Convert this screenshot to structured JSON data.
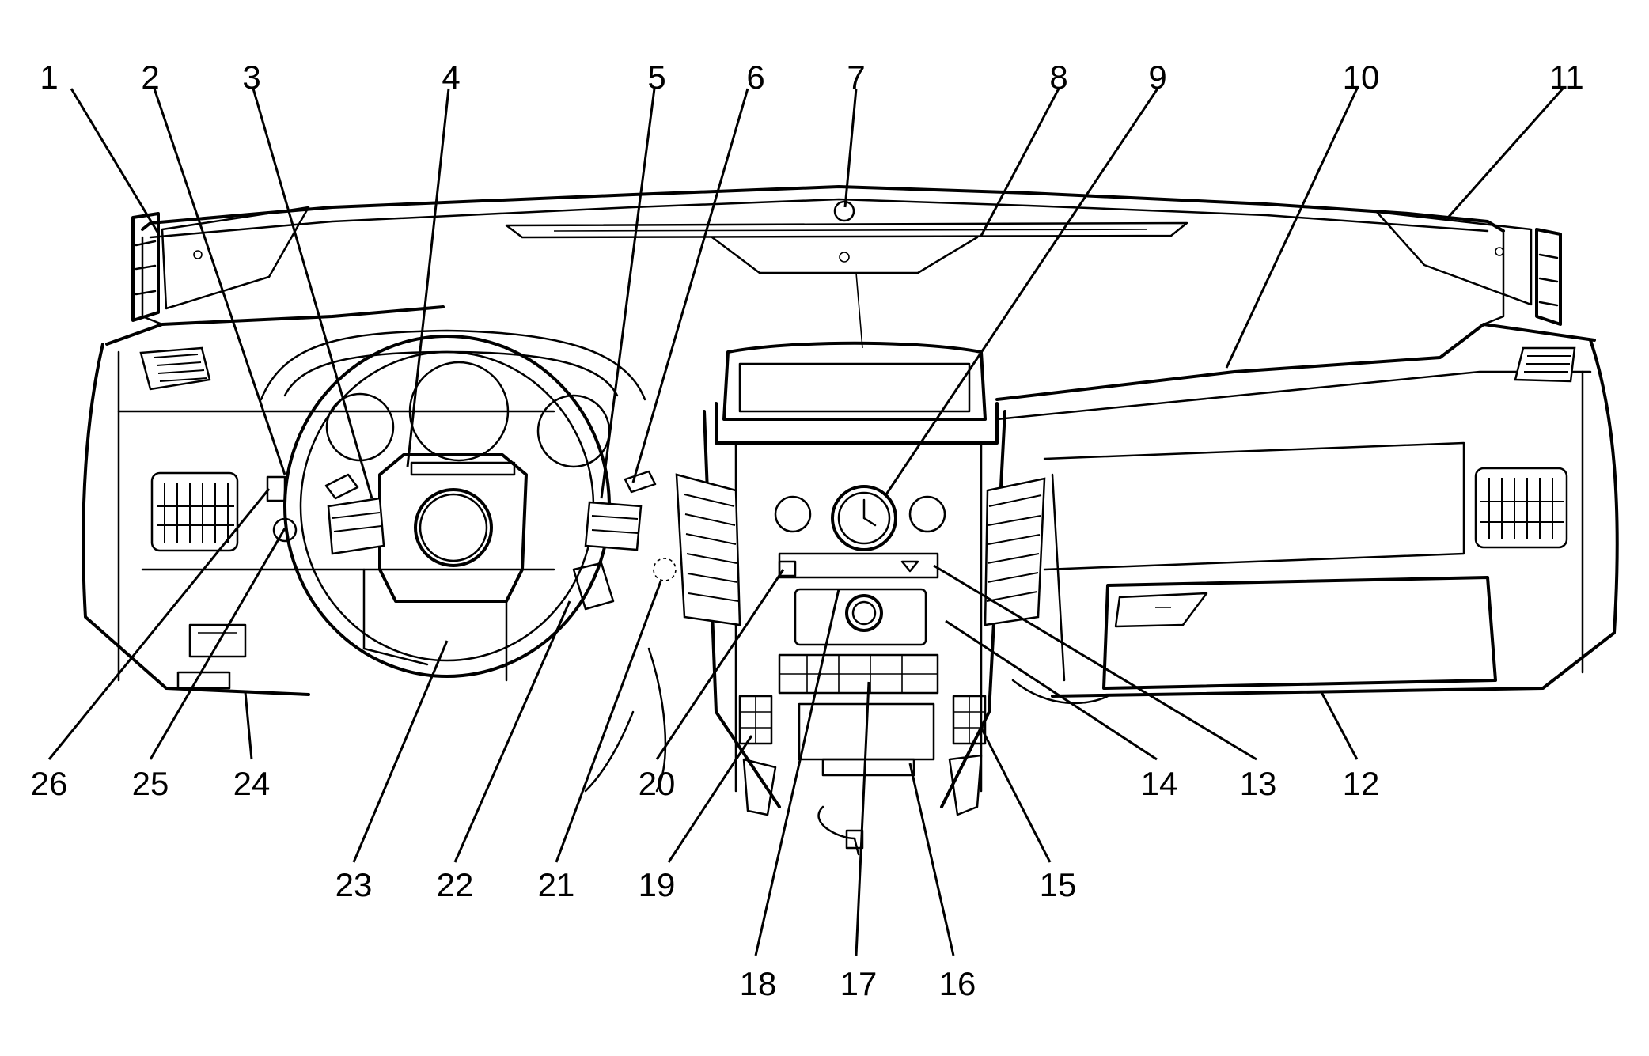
{
  "callouts": [
    {
      "id": "1",
      "label": "1"
    },
    {
      "id": "2",
      "label": "2"
    },
    {
      "id": "3",
      "label": "3"
    },
    {
      "id": "4",
      "label": "4"
    },
    {
      "id": "5",
      "label": "5"
    },
    {
      "id": "6",
      "label": "6"
    },
    {
      "id": "7",
      "label": "7"
    },
    {
      "id": "8",
      "label": "8"
    },
    {
      "id": "9",
      "label": "9"
    },
    {
      "id": "10",
      "label": "10"
    },
    {
      "id": "11",
      "label": "11"
    },
    {
      "id": "12",
      "label": "12"
    },
    {
      "id": "13",
      "label": "13"
    },
    {
      "id": "14",
      "label": "14"
    },
    {
      "id": "15",
      "label": "15"
    },
    {
      "id": "16",
      "label": "16"
    },
    {
      "id": "17",
      "label": "17"
    },
    {
      "id": "18",
      "label": "18"
    },
    {
      "id": "19",
      "label": "19"
    },
    {
      "id": "20",
      "label": "20"
    },
    {
      "id": "21",
      "label": "21"
    },
    {
      "id": "22",
      "label": "22"
    },
    {
      "id": "23",
      "label": "23"
    },
    {
      "id": "24",
      "label": "24"
    },
    {
      "id": "25",
      "label": "25"
    },
    {
      "id": "26",
      "label": "26"
    }
  ]
}
